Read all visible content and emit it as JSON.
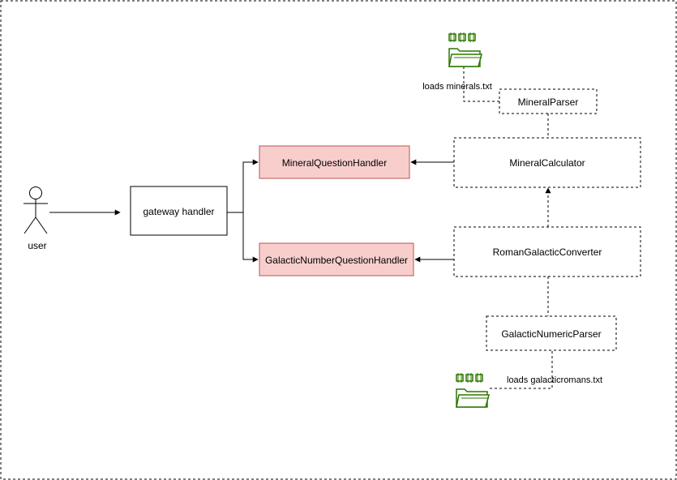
{
  "actor": {
    "label": "user"
  },
  "nodes": {
    "gateway": {
      "label": "gateway handler"
    },
    "mineral_handler": {
      "label": "MineralQuestionHandler"
    },
    "galactic_handler": {
      "label": "GalacticNumberQuestionHandler"
    },
    "mineral_calculator": {
      "label": "MineralCalculator"
    },
    "roman_converter": {
      "label": "RomanGalacticConverter"
    },
    "mineral_parser": {
      "label": "MineralParser"
    },
    "numeric_parser": {
      "label": "GalacticNumericParser"
    }
  },
  "files": {
    "minerals": {
      "label": "loads minerals.txt",
      "icon": "folder-icon"
    },
    "galactic": {
      "label": "loads galacticromans.txt",
      "icon": "folder-icon"
    }
  },
  "colors": {
    "handler_fill": "#f8cecc",
    "handler_stroke": "#b85450",
    "file_icon": "#2d7600"
  }
}
